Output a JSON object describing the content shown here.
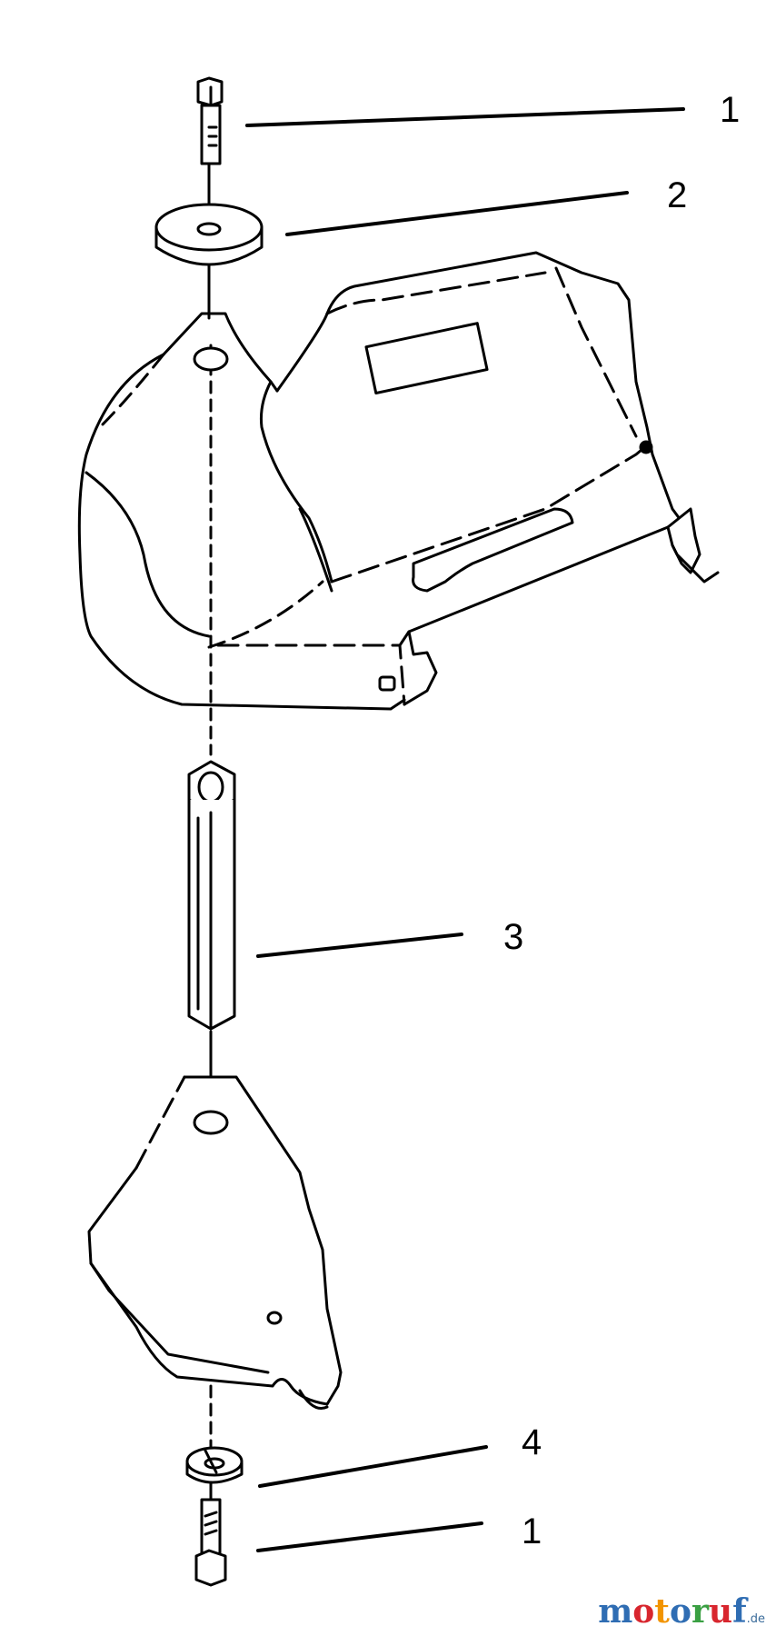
{
  "callouts": [
    {
      "id": "callout-1-top",
      "label": "1"
    },
    {
      "id": "callout-2",
      "label": "2"
    },
    {
      "id": "callout-3",
      "label": "3"
    },
    {
      "id": "callout-4",
      "label": "4"
    },
    {
      "id": "callout-1-bottom",
      "label": "1"
    }
  ],
  "watermark": {
    "letters": [
      "m",
      "o",
      "t",
      "o",
      "r",
      "u",
      "f"
    ],
    "colors": [
      "#2f6db3",
      "#d8262e",
      "#f29400",
      "#2f6db3",
      "#3aa043",
      "#d8262e",
      "#2f6db3"
    ],
    "suffix": ".de"
  },
  "colors": {
    "line": "#000000",
    "background": "#ffffff"
  }
}
